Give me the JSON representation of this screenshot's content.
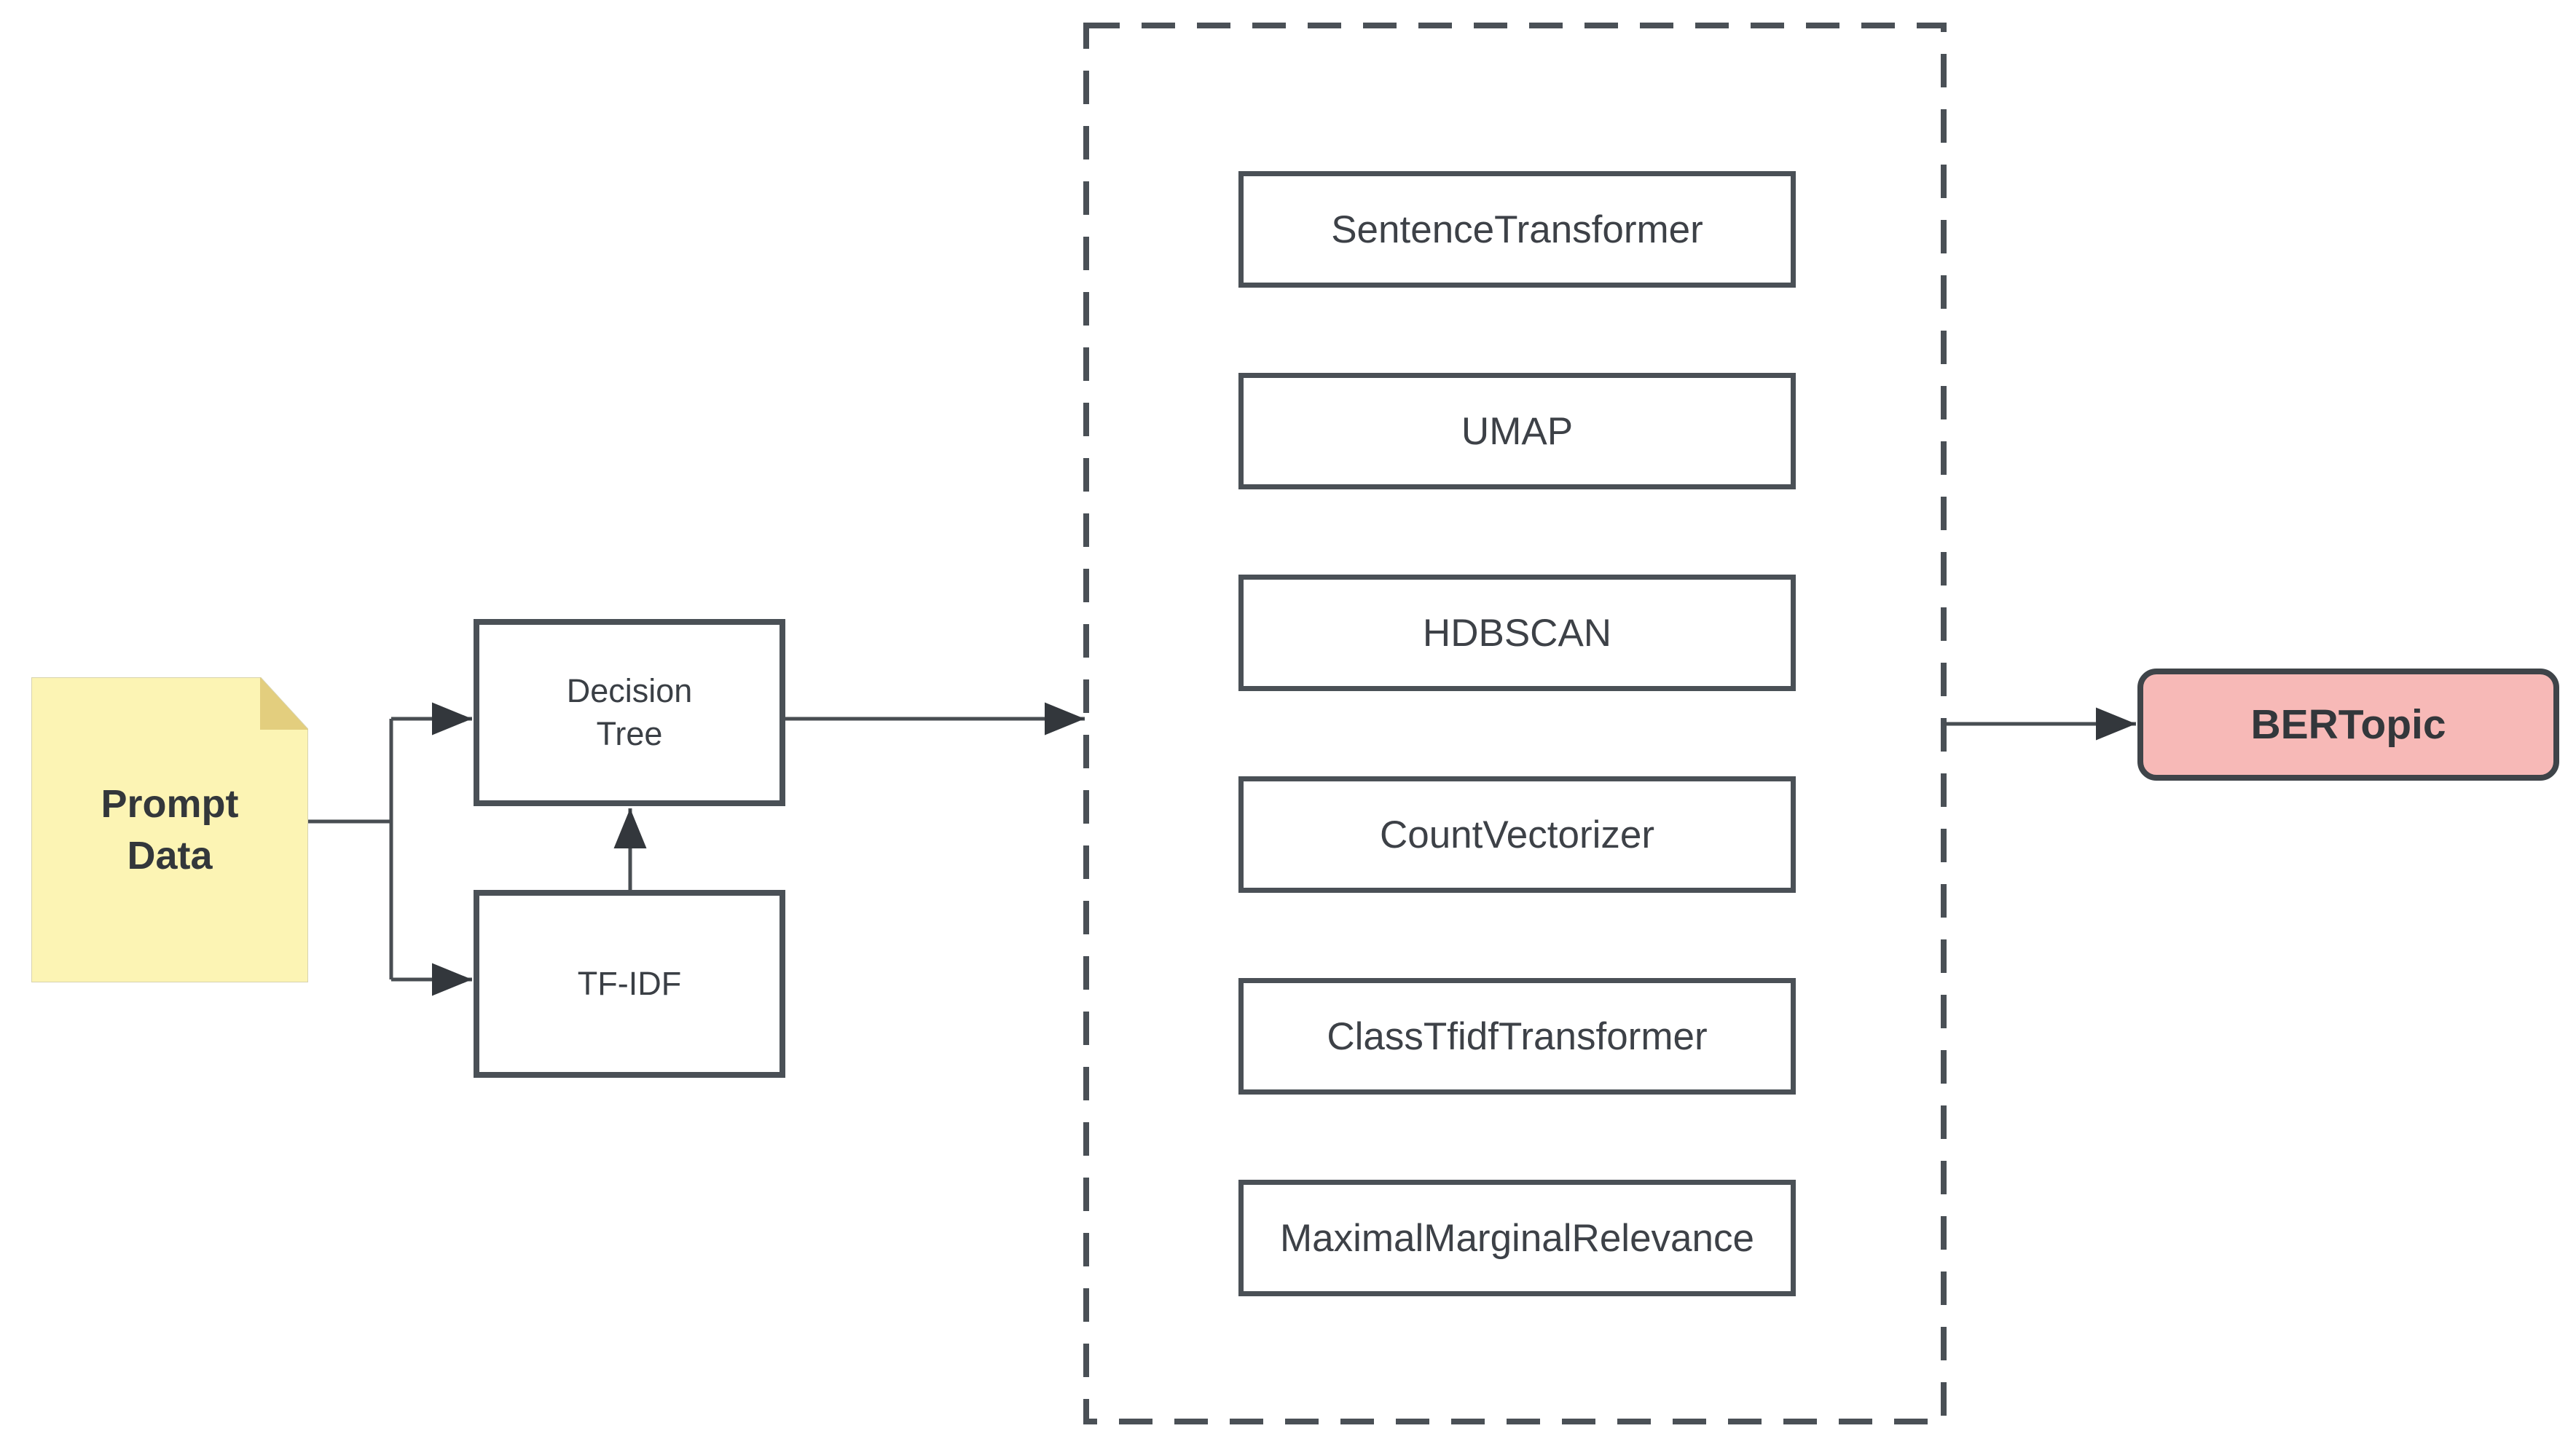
{
  "diagram": {
    "nodes": {
      "prompt_data": {
        "label": "Prompt\nData",
        "shape": "note"
      },
      "decision_tree": {
        "label": "Decision\nTree",
        "shape": "rectangle"
      },
      "tf_idf": {
        "label": "TF-IDF",
        "shape": "rectangle"
      },
      "bertopic": {
        "label": "BERTopic",
        "shape": "rounded-rectangle"
      }
    },
    "pipeline": {
      "shape": "dashed-container",
      "components": [
        "SentenceTransformer",
        "UMAP",
        "HDBSCAN",
        "CountVectorizer",
        "ClassTfidfTransformer",
        "MaximalMarginalRelevance"
      ]
    },
    "edges": [
      {
        "from": "Prompt Data",
        "to": "Decision Tree"
      },
      {
        "from": "Prompt Data",
        "to": "TF-IDF"
      },
      {
        "from": "TF-IDF",
        "to": "Decision Tree"
      },
      {
        "from": "Decision Tree",
        "to": "pipeline-container"
      },
      {
        "from": "pipeline-container",
        "to": "BERTopic"
      }
    ],
    "colors": {
      "background": "#FFFFFF",
      "note_fill": "#FCF4B4",
      "note_fold": "#E3CE7E",
      "node_fill": "#FFFFFF",
      "node_border": "#4A5056",
      "bertopic_fill": "#F7B9B7",
      "connector": "#484D52",
      "arrowhead": "#33373C",
      "text": "#3A3F45"
    }
  }
}
